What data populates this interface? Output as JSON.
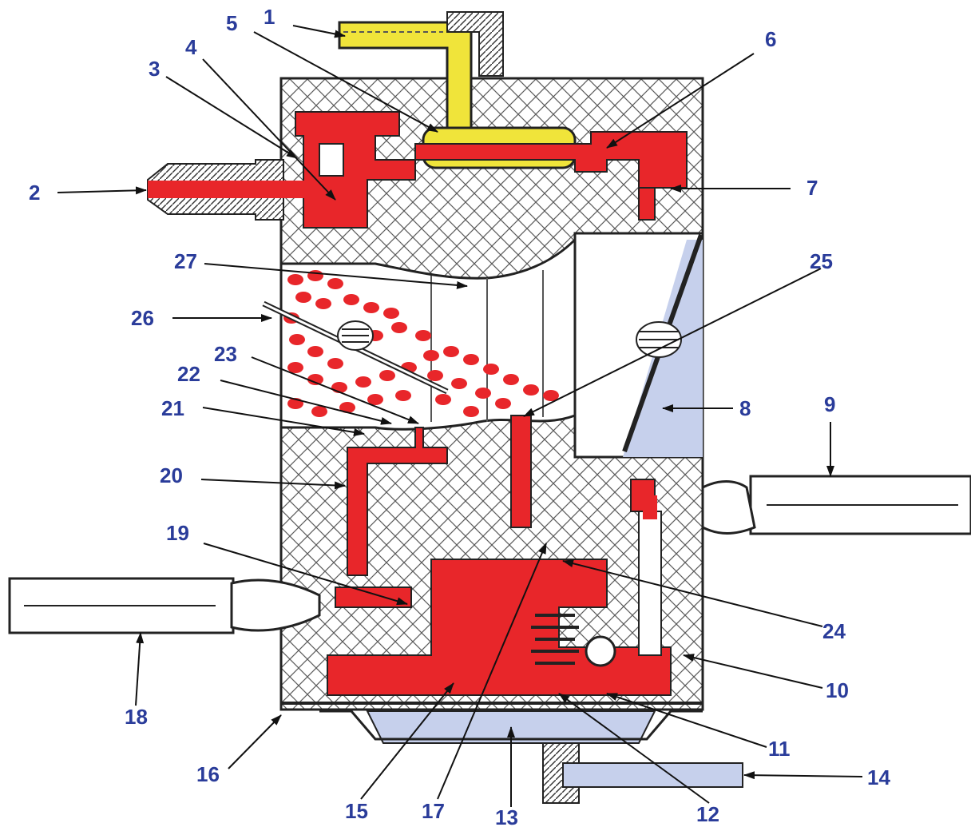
{
  "colors": {
    "body": "#ffffff",
    "hatch": "#5a5a5a",
    "fuel": "#e8262a",
    "fuel_dark": "#b8151a",
    "primer": "#f0e43a",
    "air": "#c6d0ec",
    "label": "#2a3c9a",
    "line": "#111111"
  },
  "labels": {
    "l1": "1",
    "l2": "2",
    "l3": "3",
    "l4": "4",
    "l5": "5",
    "l6": "6",
    "l7": "7",
    "l8": "8",
    "l9": "9",
    "l10": "10",
    "l11": "11",
    "l12": "12",
    "l13": "13",
    "l14": "14",
    "l15": "15",
    "l16": "16",
    "l17": "17",
    "l18": "18",
    "l19": "19",
    "l20": "20",
    "l21": "21",
    "l22": "22",
    "l23": "23",
    "l24": "24",
    "l25": "25",
    "l26": "26",
    "l27": "27"
  }
}
